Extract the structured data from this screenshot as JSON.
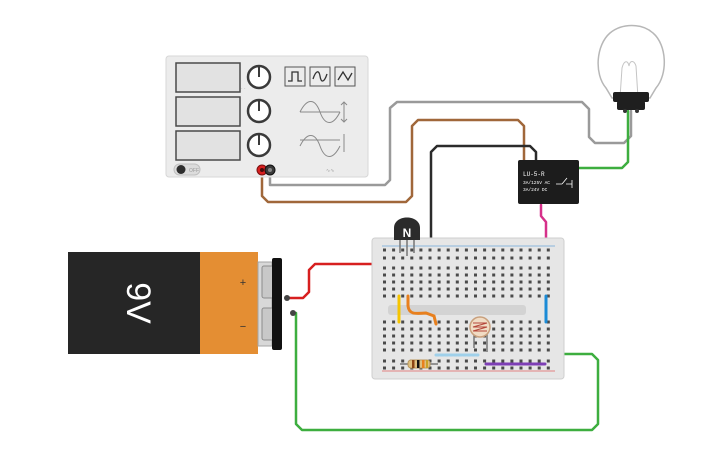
{
  "function_generator": {
    "power_label": "OFF",
    "waveform_buttons": [
      "square-wave-icon",
      "triangle-wave-icon",
      "sine-wave-icon"
    ]
  },
  "battery": {
    "label": "9V",
    "plus": "+",
    "minus": "−"
  },
  "transistor": {
    "label": "N"
  },
  "relay": {
    "model": "LU-5-R",
    "spec_ac": "3A/125V AC",
    "spec_dc": "3A/24V DC"
  },
  "wire_colors": {
    "red": "#d71f1f",
    "black": "#2b2b2b",
    "brown": "#a0673a",
    "gray": "#9a9a9a",
    "green": "#3dae3f",
    "pink": "#d6308a",
    "yellow": "#f5c400",
    "orange": "#e8801e",
    "blue": "#1b8bd6",
    "purple": "#7d3fb5"
  }
}
